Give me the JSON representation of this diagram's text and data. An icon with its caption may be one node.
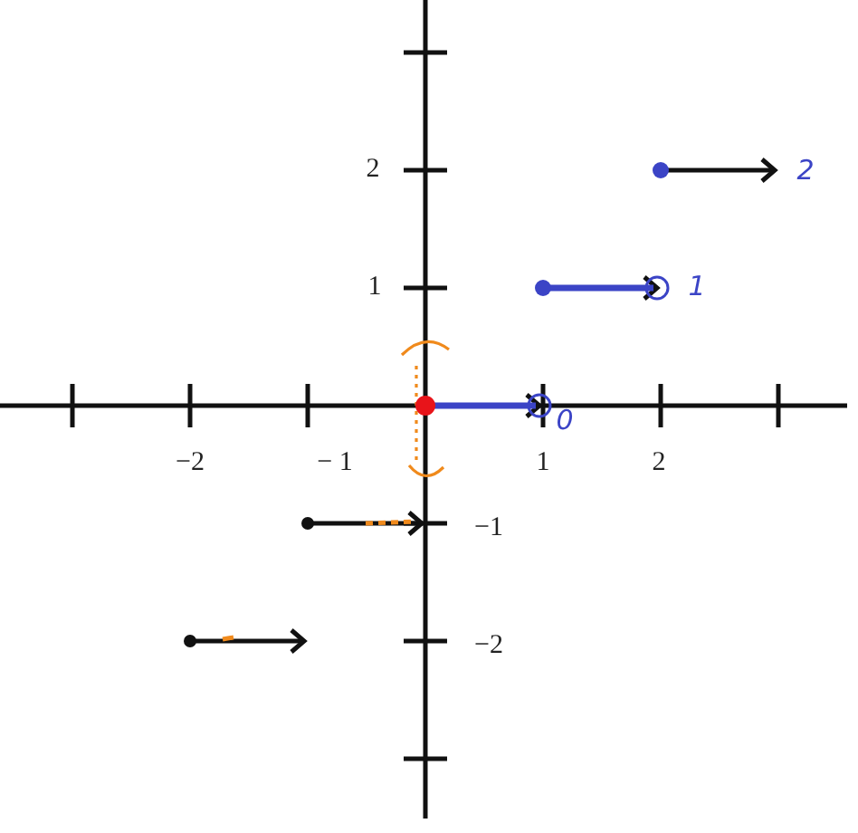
{
  "diagram": {
    "labels": [
      "2",
      "2",
      "1",
      "1",
      "0",
      "−2",
      "− 1",
      "1",
      "2",
      "−1",
      "−2"
    ]
  }
}
